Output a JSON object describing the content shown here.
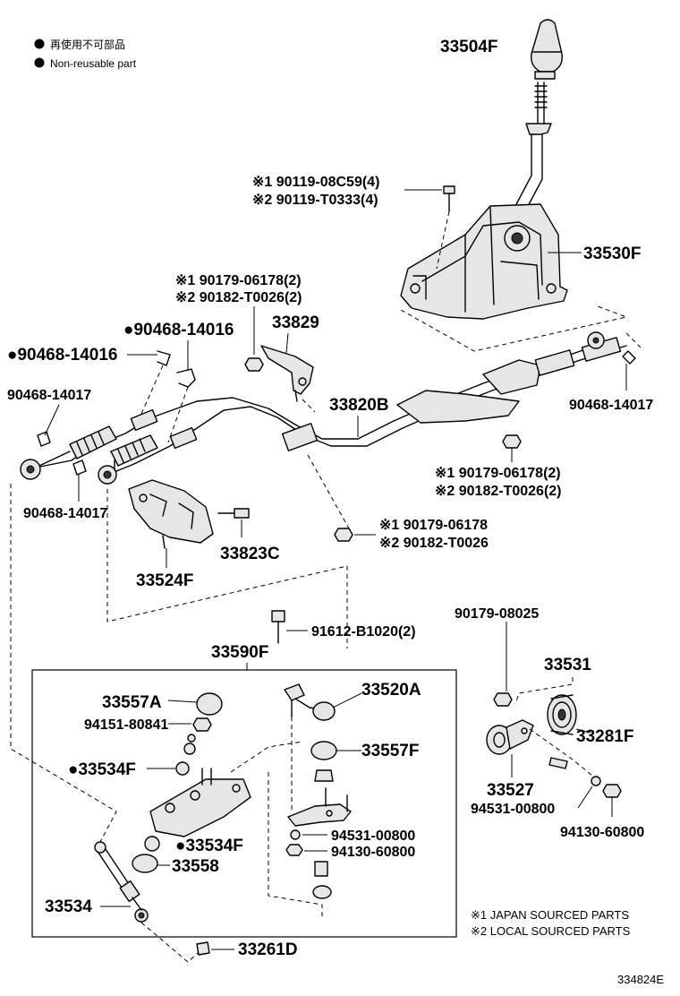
{
  "legend": {
    "jp": "再使用不可部品",
    "en": "Non-reusable part"
  },
  "labels": {
    "knob": "33504F",
    "lever_assy": "33530F",
    "bolt_a_1": "※1 90119-08C59(4)",
    "bolt_a_2": "※2 90119-T0333(4)",
    "nut_b_1": "※1 90179-06178(2)",
    "nut_b_2": "※2 90182-T0026(2)",
    "bracket_33829": "33829",
    "clip_90468_top": "●90468-14016",
    "clip_90468_left": "●90468-14016",
    "clip_17_left": "90468-14017",
    "clip_17_right": "90468-14017",
    "clip_17_bottom": "90468-14017",
    "cable_33820B": "33820B",
    "nut_c_1": "※1 90179-06178(2)",
    "nut_c_2": "※2 90182-T0026(2)",
    "nut_d_1": "※1 90179-06178",
    "nut_d_2": "※2 90182-T0026",
    "bolt_33823C": "33823C",
    "bracket_33524F": "33524F",
    "bolt_91612": "91612-B1020(2)",
    "assy_33590F": "33590F",
    "nut_90179_08025": "90179-08025",
    "part_33531": "33531",
    "part_33557A": "33557A",
    "part_94151": "94151-80841",
    "part_33520A": "33520A",
    "part_33557F": "33557F",
    "part_33534F_top": "●33534F",
    "part_33534F_bottom": "●33534F",
    "part_33558": "33558",
    "part_94531_mid": "94531-00800",
    "part_94130_mid": "94130-60800",
    "part_33281F": "33281F",
    "part_33527": "33527",
    "part_94531_right": "94531-00800",
    "part_94130_right": "94130-60800",
    "part_33534": "33534",
    "part_33261D": "33261D",
    "note_1": "※1 JAPAN SOURCED PARTS",
    "note_2": "※2 LOCAL SOURCED PARTS",
    "figure_code": "334824E"
  }
}
